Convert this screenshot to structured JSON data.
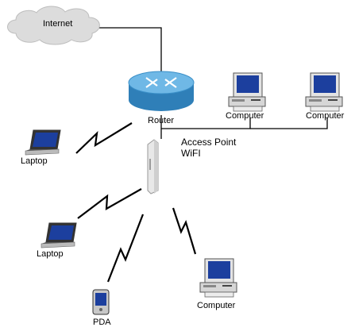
{
  "internet": {
    "label": "Internet"
  },
  "router": {
    "label": "Router"
  },
  "computers": [
    {
      "label": "Computer"
    },
    {
      "label": "Computer"
    },
    {
      "label": "Computer"
    }
  ],
  "access_point": {
    "line1": "Access Point",
    "line2": "WiFI"
  },
  "laptops": [
    {
      "label": "Laptop"
    },
    {
      "label": "Laptop"
    }
  ],
  "pda": {
    "label": "PDA"
  },
  "colors": {
    "cloud": "#dcdcdc",
    "router_body": "#3a8fc8",
    "router_top": "#6fb8e6",
    "device_blue": "#1c3f9e",
    "line": "#000000"
  }
}
